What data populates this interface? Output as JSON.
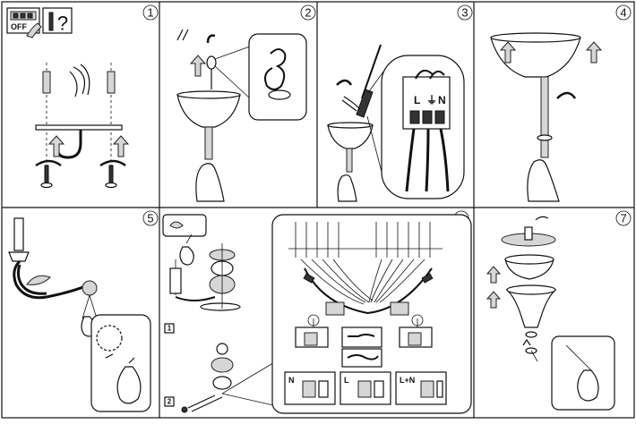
{
  "steps": [
    "1",
    "2",
    "3",
    "4",
    "5",
    "6",
    "7"
  ],
  "switch_label": "OFF",
  "question_mark": "?",
  "terminal_labels": [
    "L",
    "N"
  ],
  "earth_symbol": "⏚",
  "sub_steps": [
    "1",
    "2"
  ],
  "wire_labels": [
    "N",
    "L",
    "L+N"
  ],
  "colors": {
    "line": "#111111",
    "gray": "#9a9a9a",
    "light_gray": "#d6d6d6"
  },
  "icons": [
    "power-switch-icon",
    "screwdriver-icon",
    "rotate-arrow-icon",
    "up-arrow-icon",
    "hand-icon",
    "magnifier-icon"
  ]
}
